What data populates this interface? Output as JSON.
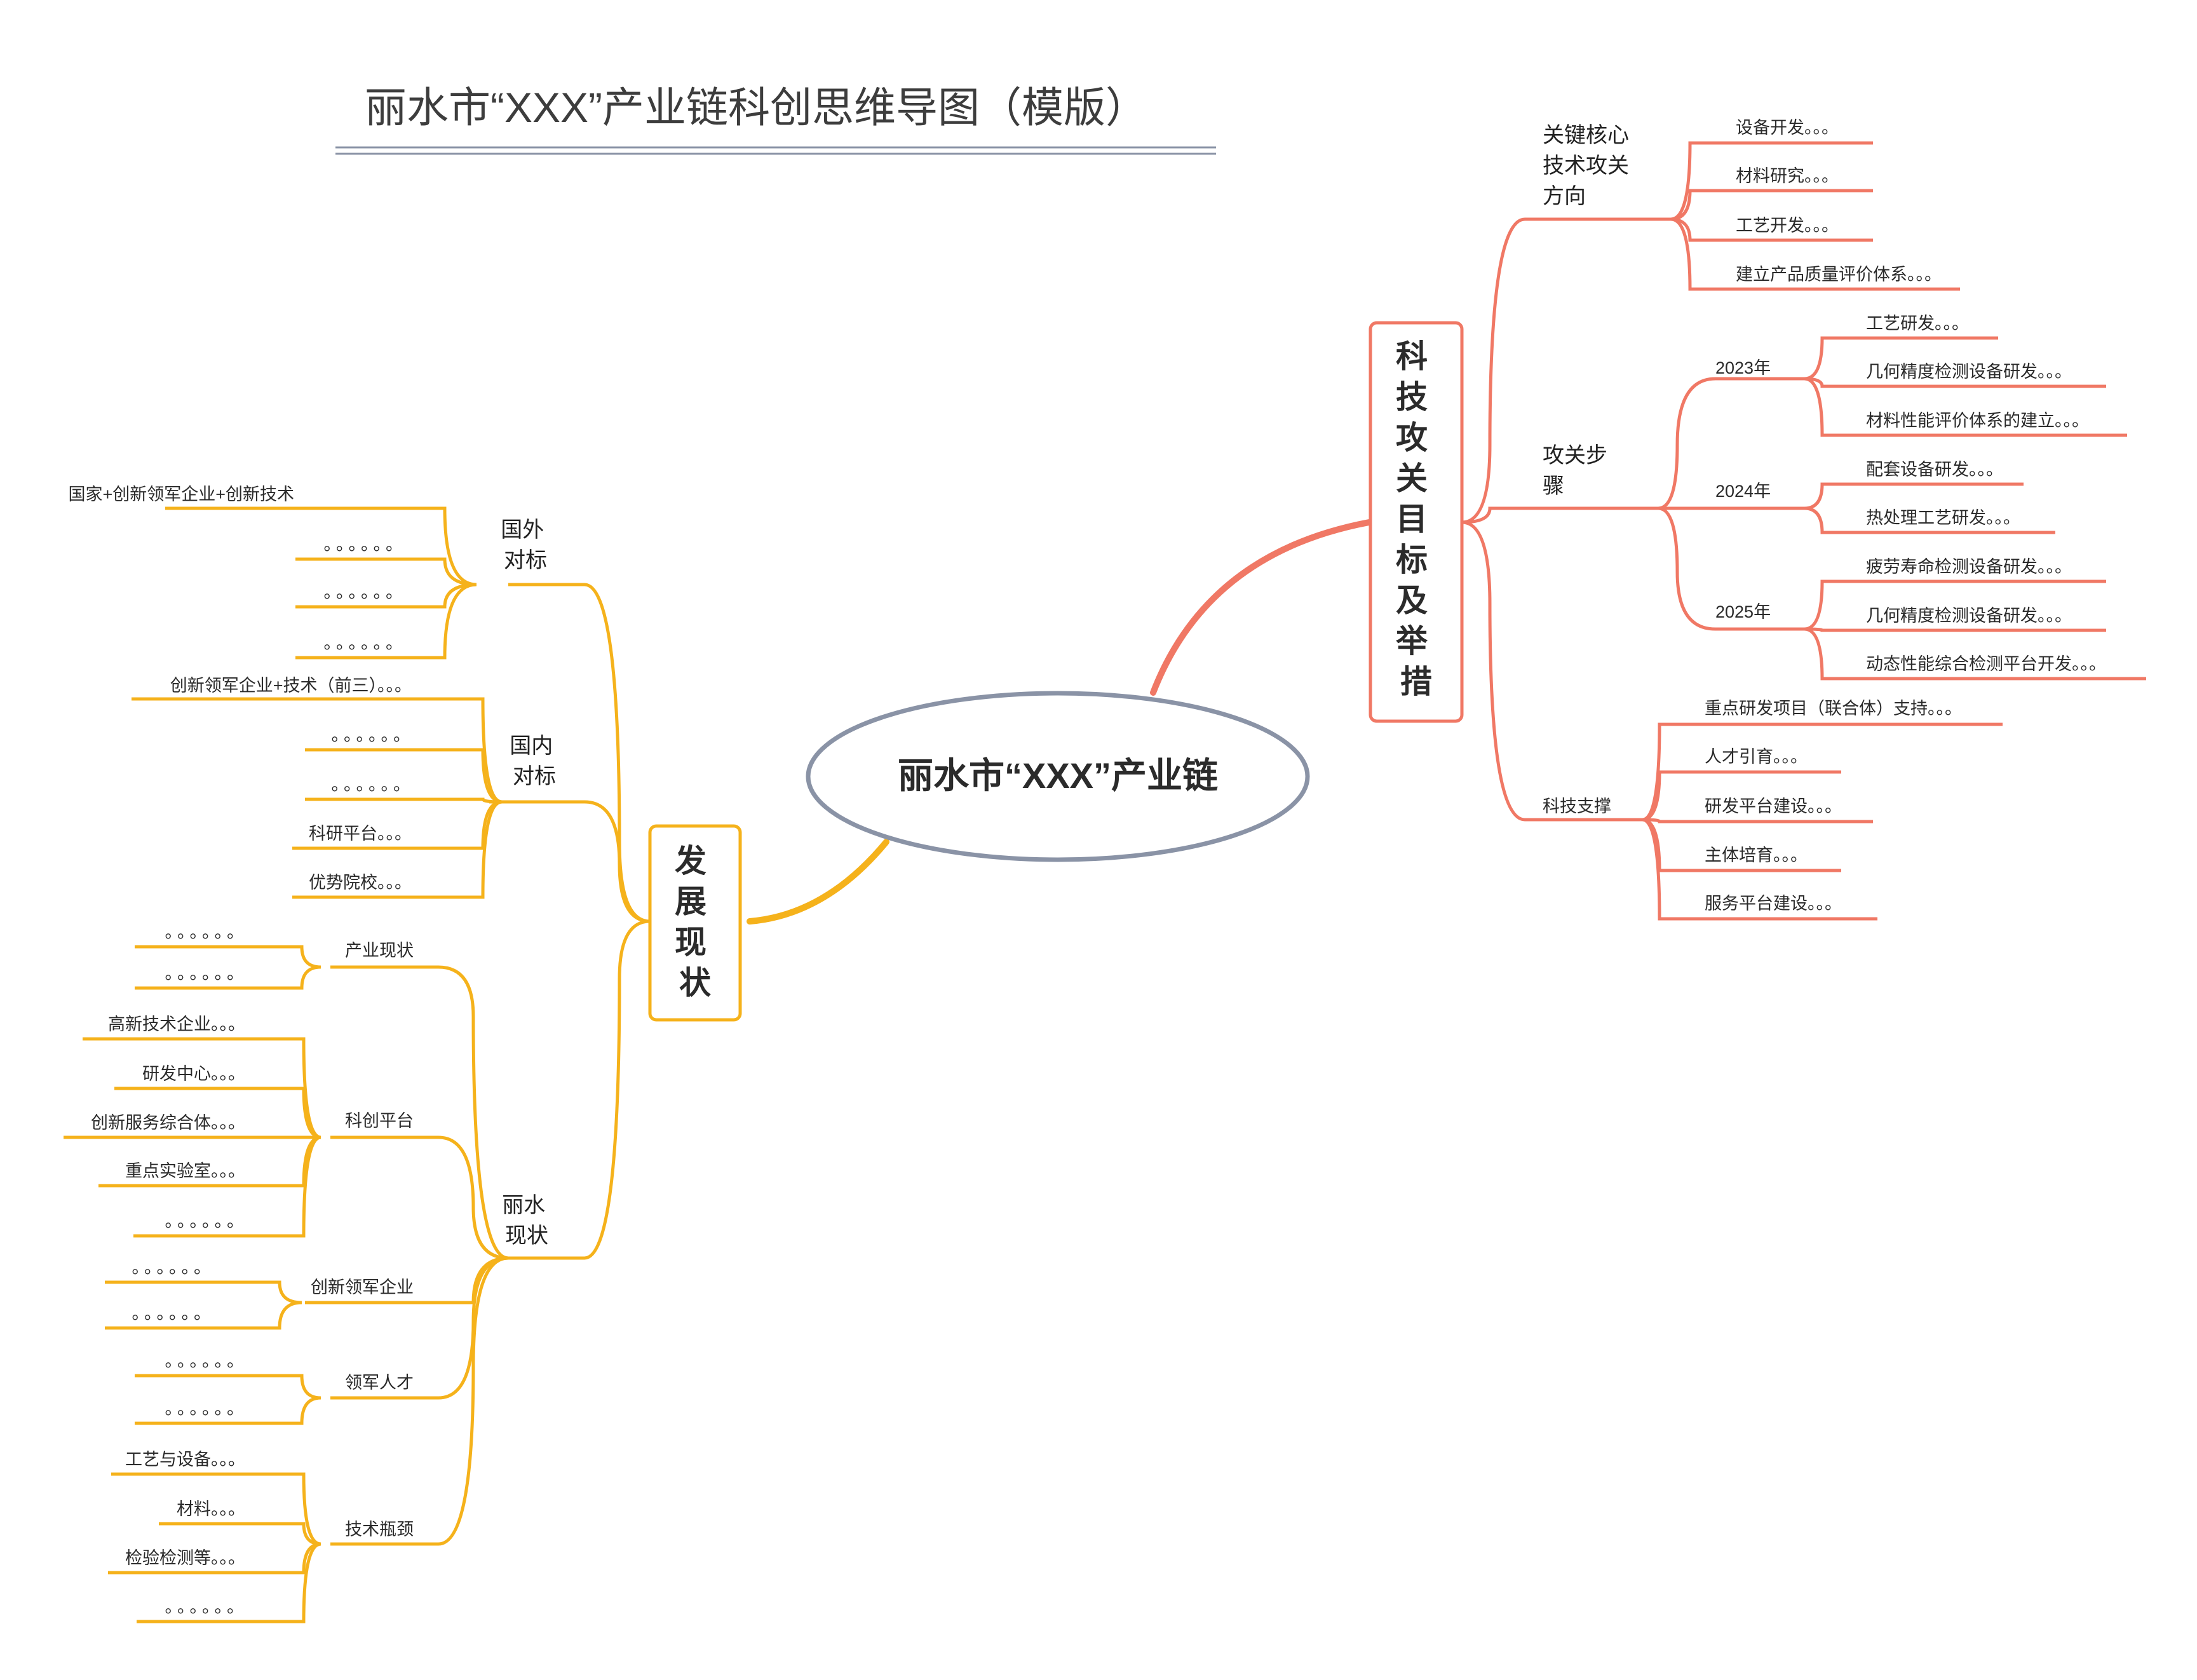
{
  "title": "丽水市“XXX”产业链科创思维导图（模版）",
  "central_topic": "丽水市“XXX”产业链",
  "colors": {
    "left_branch": "#f5b21b",
    "right_branch": "#f07865",
    "central_border": "#8a93a6",
    "title_rule": "#8a93a6"
  },
  "left": {
    "label": "发展现状",
    "foreign": {
      "label": "国外对标",
      "items": [
        "国家+创新领军企业+创新技术",
        "。。。。。。",
        "。。。。。。",
        "。。。。。。"
      ]
    },
    "domestic": {
      "label": "国内对标",
      "items": [
        "创新领军企业+技术（前三）。。。",
        "。。。。。。",
        "。。。。。。",
        "科研平台。。。",
        "优势院校。。。"
      ]
    },
    "lishui": {
      "label": "丽水现状",
      "industry": {
        "label": "产业现状",
        "items": [
          "。。。。。。",
          "。。。。。。"
        ]
      },
      "platform": {
        "label": "科创平台",
        "items": [
          "高新技术企业。。。",
          "研发中心。。。",
          "创新服务综合体。。。",
          "重点实验室。。。",
          "。。。。。。"
        ]
      },
      "leader": {
        "label": "创新领军企业",
        "items": [
          "。。。。。。",
          "。。。。。。"
        ]
      },
      "talent": {
        "label": "领军人才",
        "items": [
          "。。。。。。",
          "。。。。。。"
        ]
      },
      "bottleneck": {
        "label": "技术瓶颈",
        "items": [
          "工艺与设备。。。",
          "材料。。。",
          "检验检测等。。。",
          "。。。。。。"
        ]
      }
    }
  },
  "right": {
    "label": "科技攻关目标及举措",
    "key_tech": {
      "label": "关键核心技术攻关方向",
      "items": [
        "设备开发。。。",
        "材料研究。。。",
        "工艺开发。。。",
        "建立产品质量评价体系。。。"
      ]
    },
    "steps": {
      "label": "攻关步骤",
      "years": [
        {
          "label": "2023年",
          "items": [
            "工艺研发。。。",
            "几何精度检测设备研发。。。",
            "材料性能评价体系的建立。。。"
          ]
        },
        {
          "label": "2024年",
          "items": [
            "配套设备研发。。。",
            "热处理工艺研发。。。"
          ]
        },
        {
          "label": "2025年",
          "items": [
            "疲劳寿命检测设备研发。。。",
            "几何精度检测设备研发。。。",
            "动态性能综合检测平台开发。。。"
          ]
        }
      ]
    },
    "support": {
      "label": "科技支撑",
      "items": [
        "重点研发项目（联合体）支持。。。",
        "人才引育。。。",
        "研发平台建设。。。",
        "主体培育。。。",
        "服务平台建设。。。"
      ]
    }
  }
}
